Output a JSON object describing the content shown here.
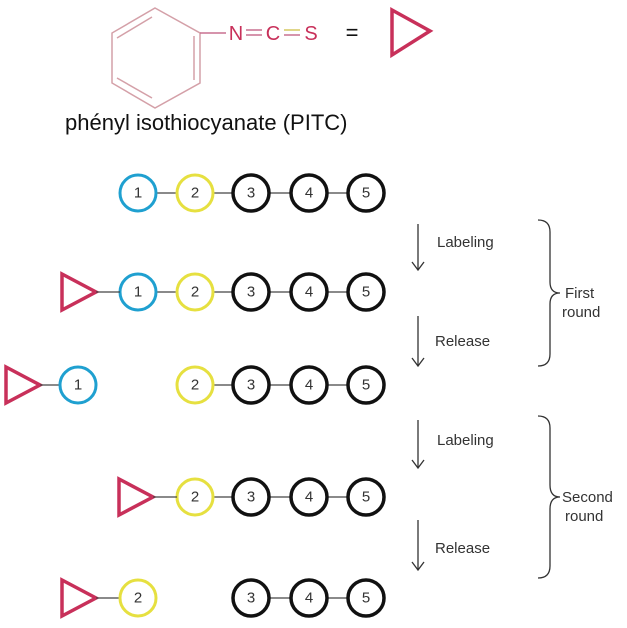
{
  "header": {
    "formula": {
      "n": "N",
      "c": "C",
      "s": "S"
    },
    "equals": "=",
    "caption": "phényl isothiocyanate (PITC)"
  },
  "colors": {
    "pitc": "#c8305a",
    "residue1": "#1fa0d0",
    "residue2": "#e6e040",
    "residue_other": "#111111",
    "ring": "#d4a0a8"
  },
  "rows": [
    {
      "tag": false,
      "detached": [],
      "chain": [
        "1",
        "2",
        "3",
        "4",
        "5"
      ]
    },
    {
      "tag": true,
      "detached": [],
      "chain": [
        "1",
        "2",
        "3",
        "4",
        "5"
      ]
    },
    {
      "tag": true,
      "detached": [
        "1"
      ],
      "chain": [
        "2",
        "3",
        "4",
        "5"
      ]
    },
    {
      "tag": true,
      "detached": [],
      "chain": [
        "2",
        "3",
        "4",
        "5"
      ]
    },
    {
      "tag": true,
      "detached": [
        "2"
      ],
      "chain": [
        "3",
        "4",
        "5"
      ]
    }
  ],
  "steps": [
    "Labeling",
    "Release",
    "Labeling",
    "Release"
  ],
  "rounds": [
    {
      "line1": "First",
      "line2": "round"
    },
    {
      "line1": "Second",
      "line2": "round"
    }
  ]
}
